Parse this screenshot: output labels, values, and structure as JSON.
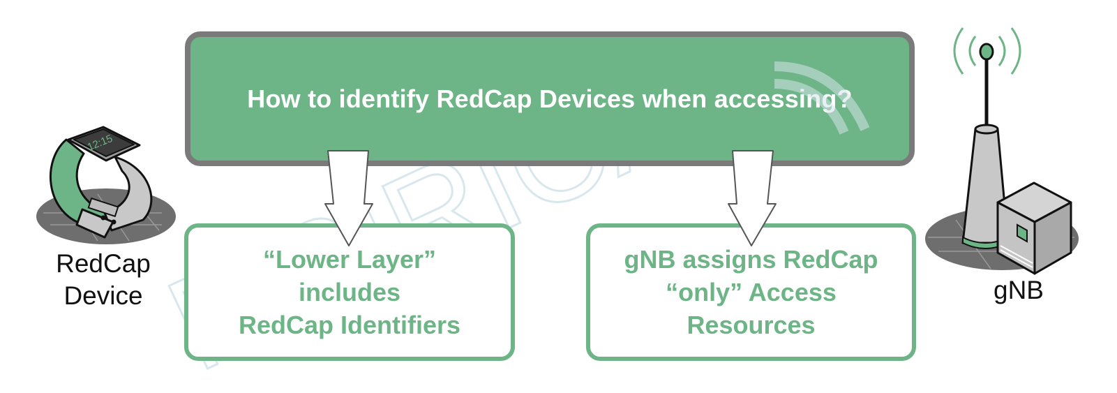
{
  "question": {
    "text": "How to identify RedCap Devices when accessing?"
  },
  "answers": [
    {
      "lines": [
        "“Lower Layer”",
        "includes",
        "RedCap Identifiers"
      ]
    },
    {
      "lines": [
        "gNB assigns RedCap",
        "“only” Access",
        "Resources"
      ]
    }
  ],
  "devices": {
    "left": {
      "icon": "smartwatch-icon",
      "label_lines": [
        "RedCap",
        "Device"
      ]
    },
    "right": {
      "icon": "base-station-icon",
      "label": "gNB"
    }
  },
  "watermark": {
    "text": "MPIRICAL"
  },
  "colors": {
    "accent_green": "#6db486",
    "box_border_gray": "#7a7a7a",
    "icon_gray": "#b9b9b9",
    "watermark": "#d4e5ea"
  }
}
